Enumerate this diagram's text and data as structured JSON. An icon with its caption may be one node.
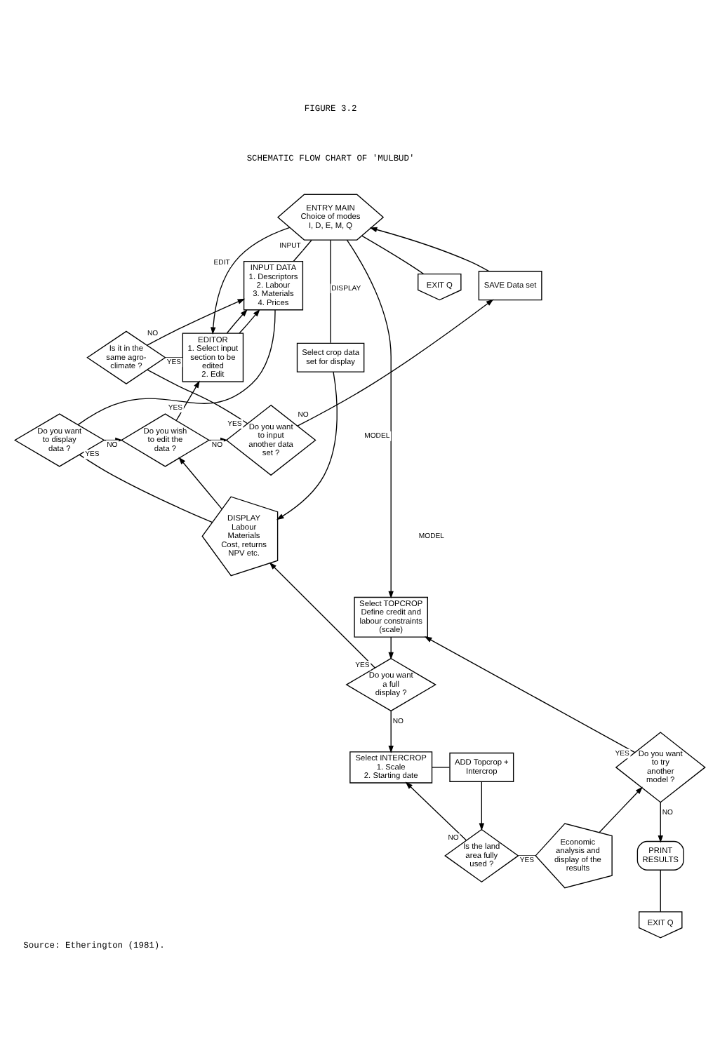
{
  "diagram": {
    "title": "SCHEMATIC FLOW CHART OF 'MULBUD'",
    "caption": "Source: Etherington (1981).",
    "nodes": [
      {
        "text": [
          "ENTRY MAIN",
          "Choice of modes I, D, E, M, Q"
        ]
      },
      {
        "text": [
          "INPUT DATA",
          "1. Descriptors",
          "2. Labour",
          "3. Materials",
          "4. Prices"
        ]
      },
      {
        "text": [
          "EXIT Q"
        ]
      },
      {
        "text": [
          "SAVE Data set"
        ]
      },
      {
        "text": [
          "EDITOR",
          "1. Select input section to be edited",
          "2. Edit"
        ]
      },
      {
        "text": [
          "Is it in the same agro-climate ?"
        ]
      },
      {
        "text": [
          "Select crop data set for display"
        ]
      },
      {
        "text": [
          "Do you want to display data ?"
        ]
      },
      {
        "text": [
          "Do you wish to edit the data ?"
        ]
      },
      {
        "text": [
          "Do you want to input another data set ?"
        ]
      },
      {
        "text": [
          "DISPLAY",
          "Labour",
          "Materials",
          "Cost, returns",
          "NPV etc."
        ]
      },
      {
        "text": [
          "Select TOPCROP",
          "Define credit and labour constraints (scale)"
        ]
      },
      {
        "text": [
          "Do you want a full display ?"
        ]
      },
      {
        "text": [
          "Do you want to try another model ?"
        ]
      },
      {
        "text": [
          "Select INTERCROP",
          "1. Scale",
          "2. Starting date"
        ]
      },
      {
        "text": [
          "ADD Topcrop + Intercrop"
        ]
      },
      {
        "text": [
          "PRINT RESULTS"
        ]
      },
      {
        "text": [
          "Is the land area fully used ?"
        ]
      },
      {
        "text": [
          "Economic analysis and display of the results"
        ]
      },
      {
        "text": [
          "EXIT Q"
        ]
      }
    ],
    "edges": [
      {
        "from": 0,
        "to": 1,
        "arrow": "none",
        "label": "INPUT"
      },
      {
        "from": 0,
        "to": 6,
        "arrow": "none",
        "label": "DISPLAY"
      },
      {
        "from": 0,
        "to": 4,
        "arrow": "to",
        "label": "EDIT"
      },
      {
        "from": 0,
        "to": 2,
        "arrow": "none"
      },
      {
        "from": 0,
        "to": 11,
        "arrow": "to",
        "label": "MODEL"
      },
      {
        "from": 3,
        "to": 0,
        "arrow": "to"
      },
      {
        "from": 5,
        "to": 1,
        "arrow": "to",
        "label": "NO"
      },
      {
        "from": 5,
        "to": 4,
        "arrow": "none",
        "label": "YES"
      },
      {
        "from": 4,
        "to": 1,
        "arrow": "to"
      },
      {
        "from": 4,
        "to": 1,
        "arrow": "to"
      },
      {
        "from": 1,
        "to": 7,
        "arrow": "none"
      },
      {
        "from": 7,
        "to": 8,
        "arrow": "to",
        "label": "NO"
      },
      {
        "from": 7,
        "to": 10,
        "arrow": "none",
        "label": "YES"
      },
      {
        "from": 6,
        "to": 10,
        "arrow": "to"
      },
      {
        "from": 8,
        "to": 4,
        "arrow": "to",
        "label": "YES"
      },
      {
        "from": 8,
        "to": 9,
        "arrow": "to",
        "label": "NO"
      },
      {
        "from": 9,
        "to": 5,
        "arrow": "none",
        "label": "YES"
      },
      {
        "from": 9,
        "to": 3,
        "arrow": "to",
        "label": "NO"
      },
      {
        "from": 10,
        "to": 8,
        "arrow": "to"
      },
      {
        "from": 12,
        "to": 10,
        "arrow": "to",
        "label": "YES"
      },
      {
        "from": 11,
        "to": 12,
        "arrow": "to"
      },
      {
        "from": 12,
        "to": 14,
        "arrow": "to",
        "label": "NO"
      },
      {
        "from": 14,
        "to": 15,
        "arrow": "none"
      },
      {
        "from": 15,
        "to": 17,
        "arrow": "to"
      },
      {
        "from": 17,
        "to": 14,
        "arrow": "to",
        "label": "NO"
      },
      {
        "from": 17,
        "to": 18,
        "arrow": "none",
        "label": "YES"
      },
      {
        "from": 18,
        "to": 13,
        "arrow": "to"
      },
      {
        "from": 13,
        "to": 11,
        "arrow": "to",
        "label": "YES"
      },
      {
        "from": 13,
        "to": 16,
        "arrow": "to",
        "label": "NO"
      },
      {
        "from": 16,
        "to": 19,
        "arrow": "none"
      }
    ],
    "labels": [
      "FIGURE 3.2",
      "MODEL"
    ]
  }
}
